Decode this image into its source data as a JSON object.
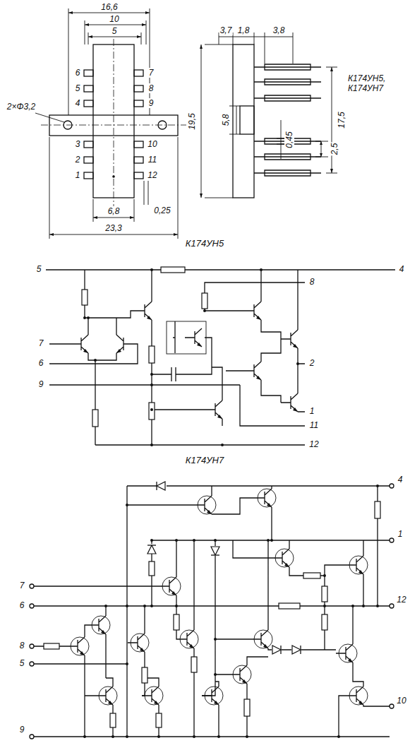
{
  "diagram": {
    "labels": [
      "16,6",
      "10",
      "5",
      "2×Φ3,2",
      "6",
      "5",
      "4",
      "3",
      "2",
      "1",
      "7",
      "8",
      "9",
      "10",
      "11",
      "12",
      "6,8",
      "23,3",
      "0,25",
      "3,7",
      "1,8",
      "3,8",
      "19,5",
      "5,8",
      "0,45",
      "2,5",
      "17,5",
      "К174УН5, К174УН7",
      "К174УН5",
      "5",
      "4",
      "8",
      "7",
      "6",
      "9",
      "2",
      "1",
      "11",
      "12",
      "К174УН7",
      "4",
      "1",
      "7",
      "6",
      "12",
      "8",
      "5",
      "9",
      "10"
    ]
  }
}
